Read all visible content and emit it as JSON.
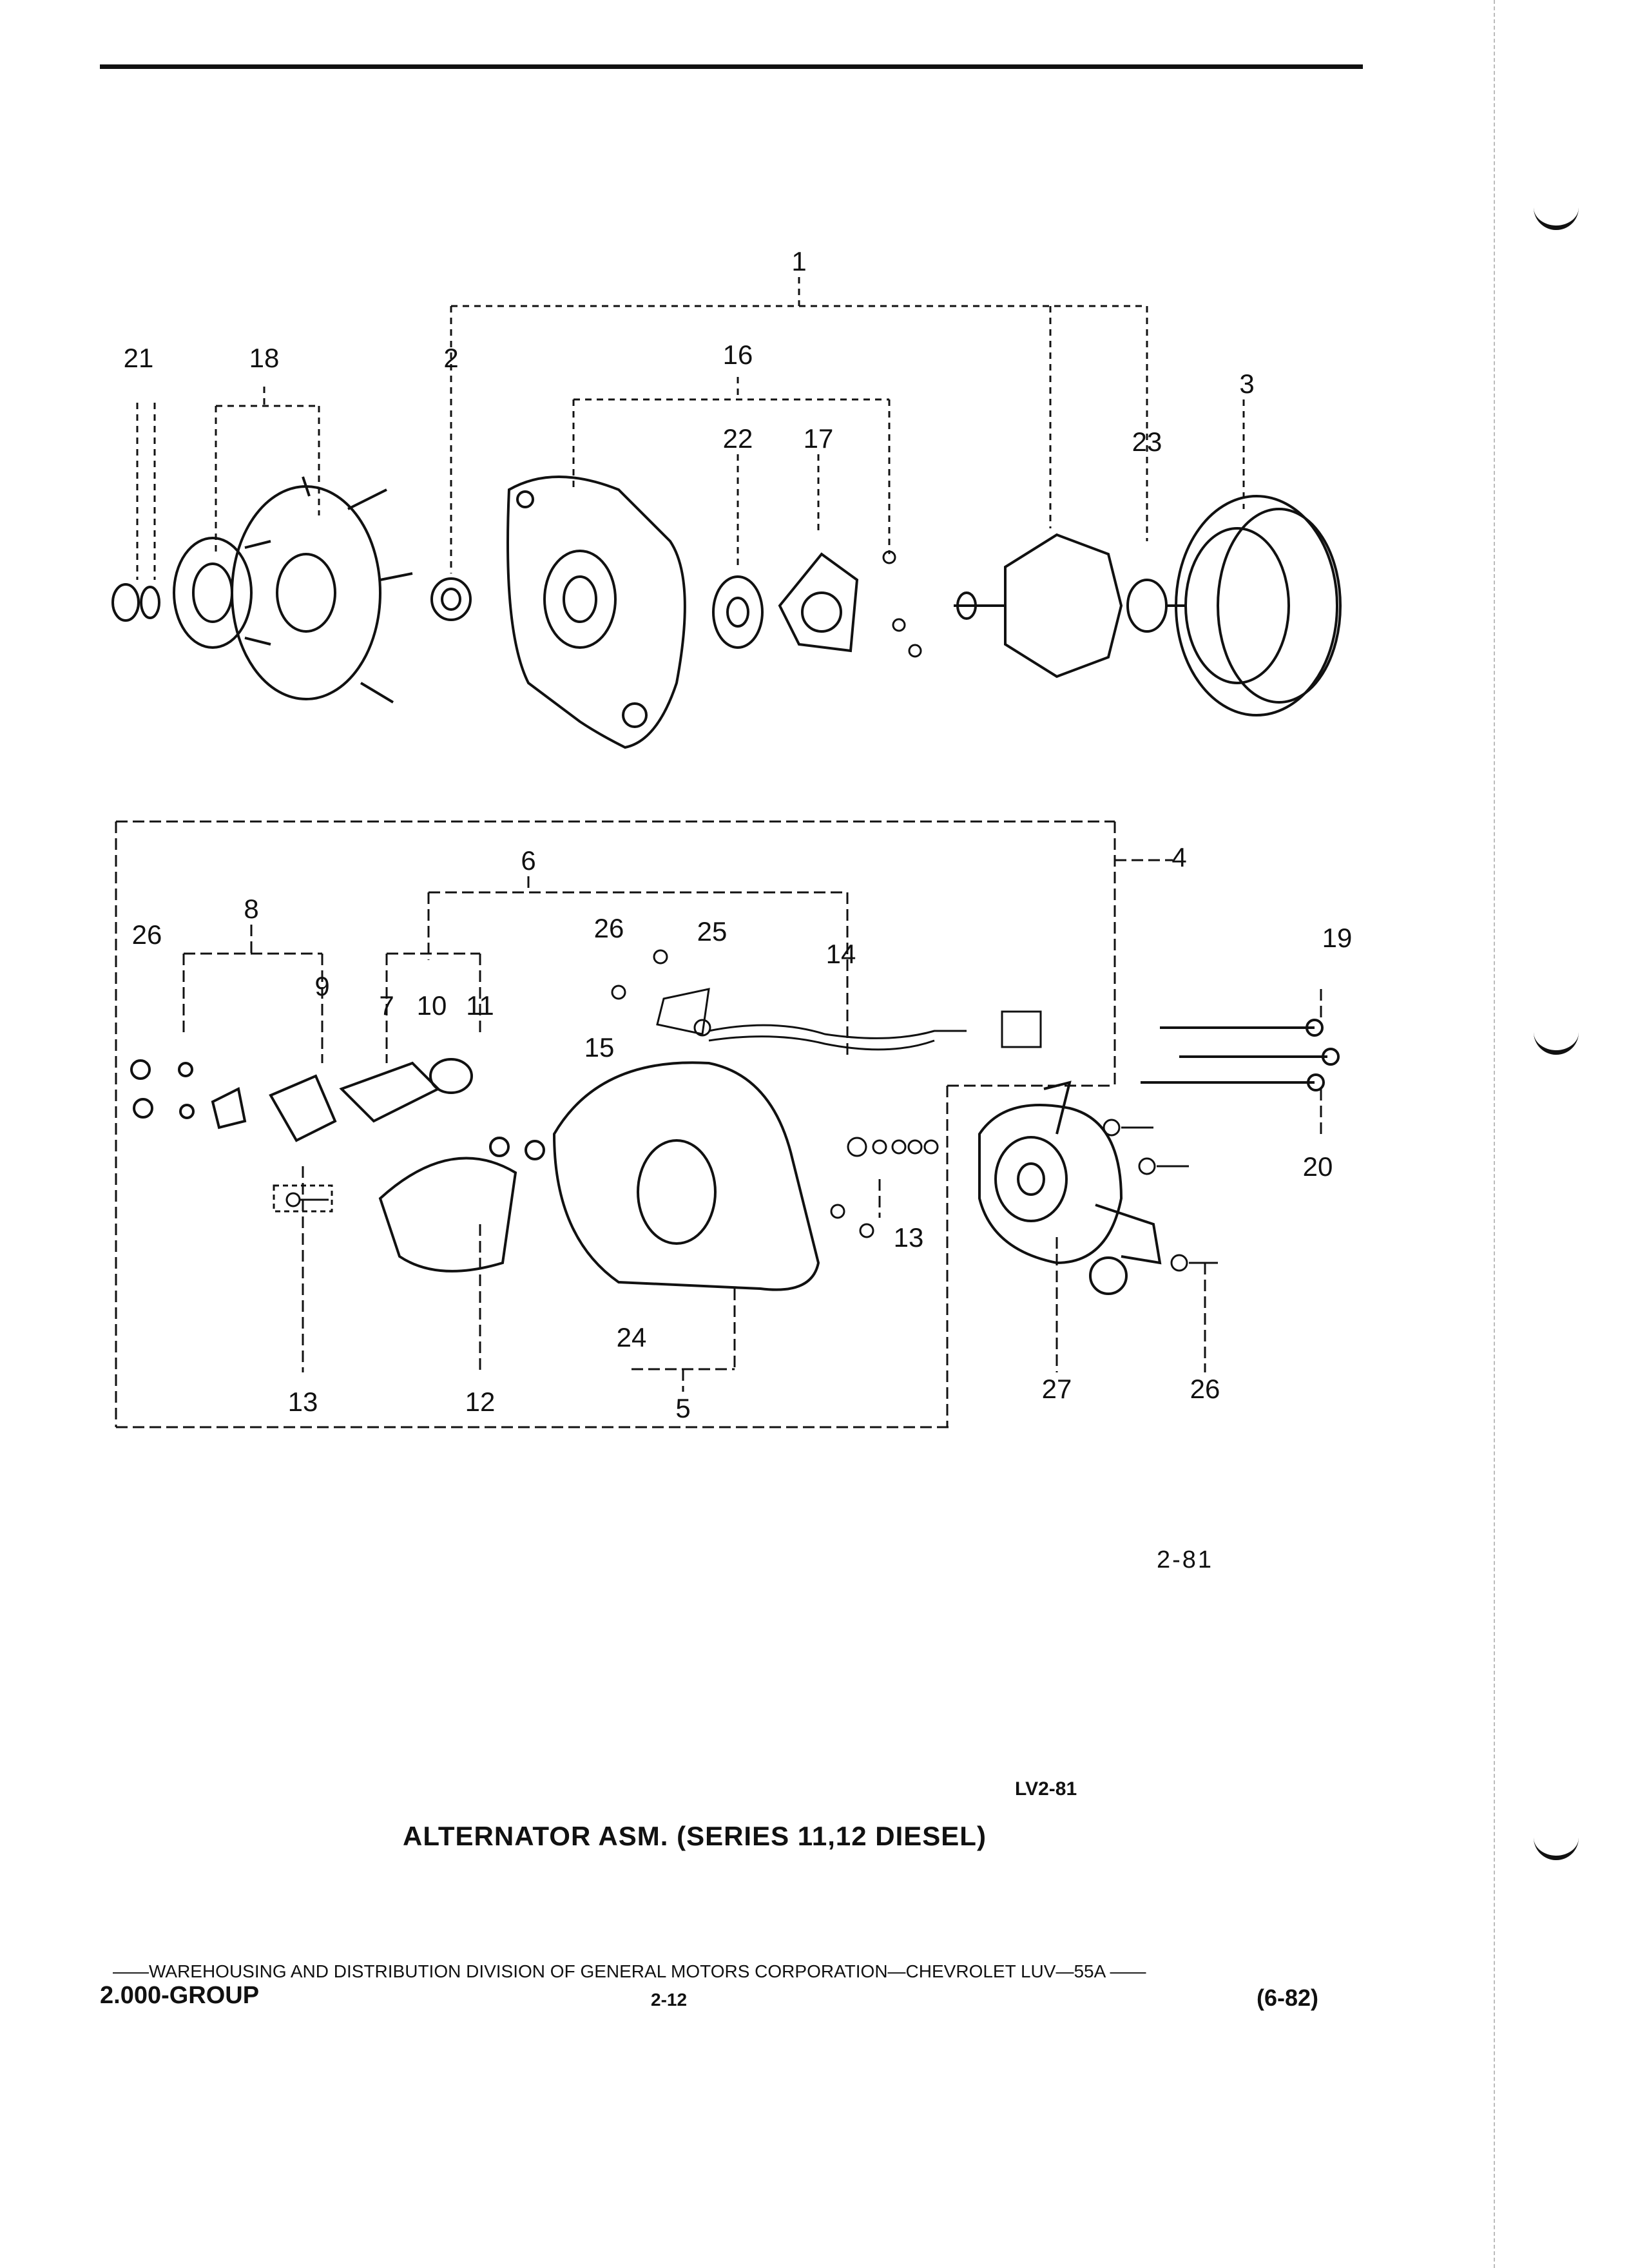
{
  "diagram": {
    "callouts": [
      "1",
      "2",
      "3",
      "4",
      "5",
      "6",
      "7",
      "8",
      "9",
      "10",
      "11",
      "12",
      "13",
      "13",
      "14",
      "15",
      "16",
      "17",
      "18",
      "19",
      "20",
      "21",
      "22",
      "23",
      "24",
      "25",
      "26",
      "26",
      "26",
      "27"
    ]
  },
  "figure_ref": "2-81",
  "figure_code": "LV2-81",
  "caption": "ALTERNATOR ASM. (SERIES 11,12 DIESEL)",
  "footer": {
    "line": "——WAREHOUSING AND DISTRIBUTION DIVISION OF GENERAL MOTORS CORPORATION—CHEVROLET LUV—55A ——",
    "group": "2.000-GROUP",
    "page": "2-12",
    "date": "(6-82)"
  }
}
